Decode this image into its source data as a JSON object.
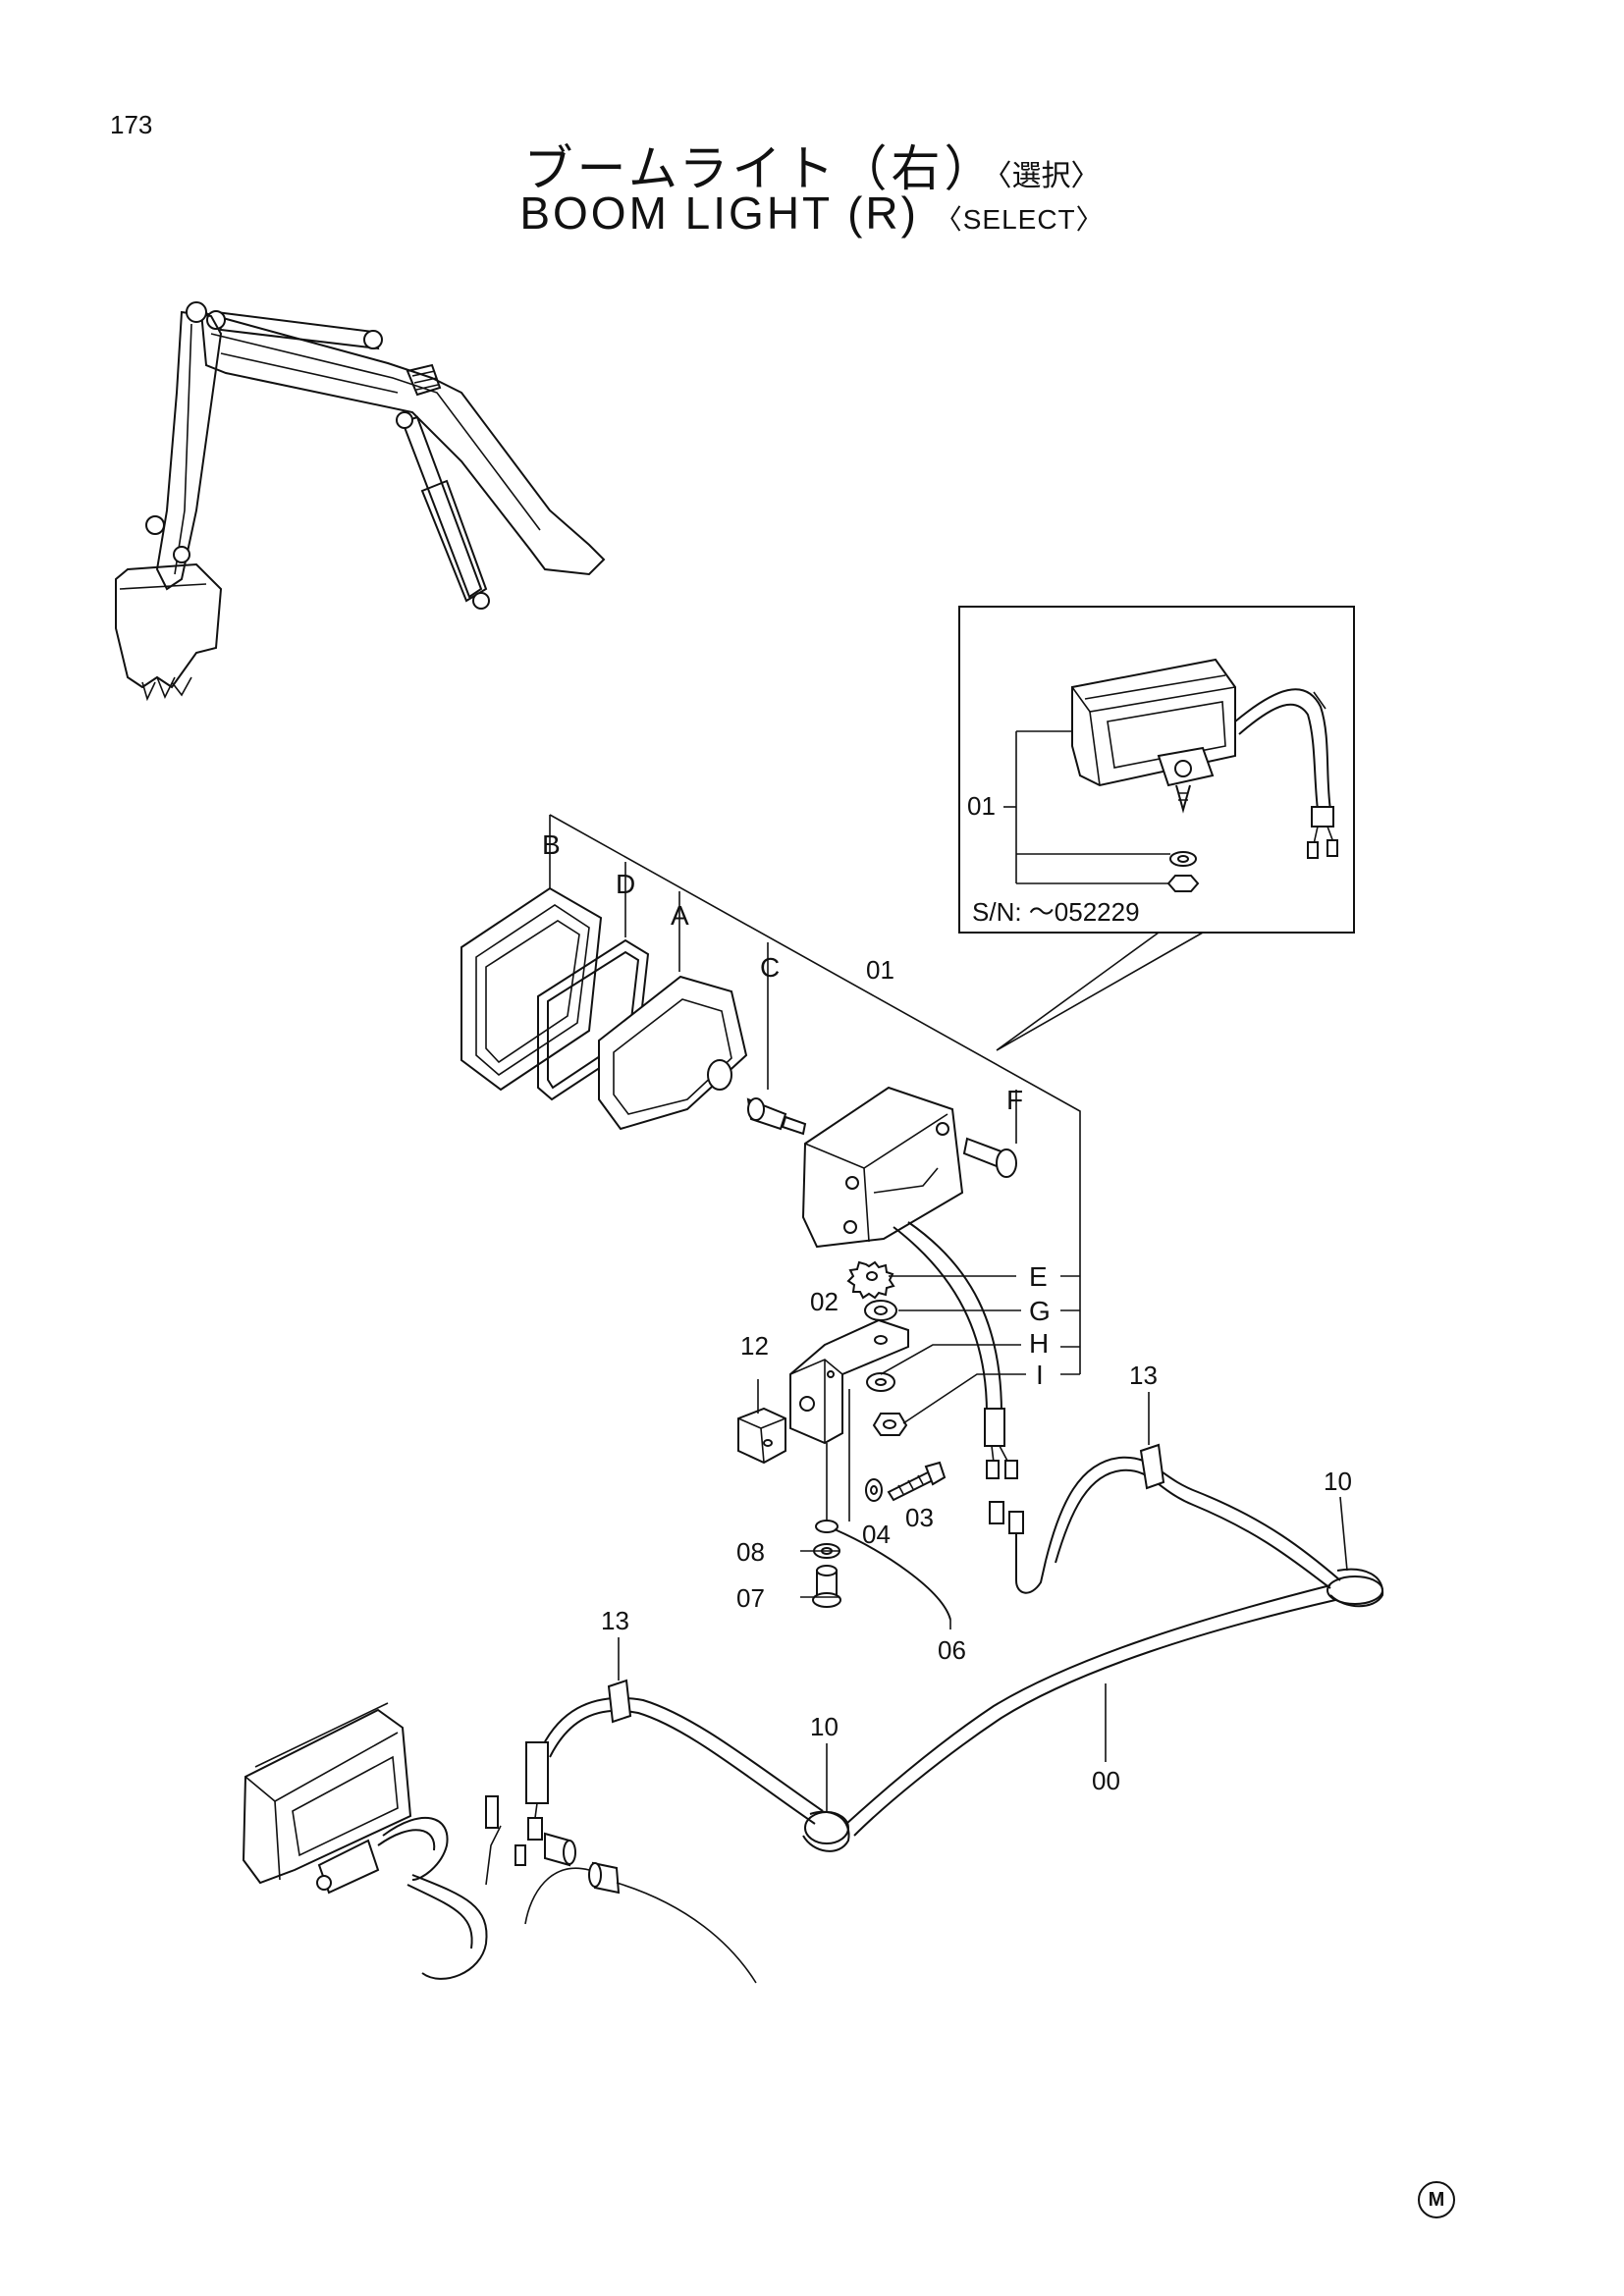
{
  "page_number": "173",
  "title_jp": {
    "main": "ブームライト（右）",
    "sub": "〈選択〉"
  },
  "title_en": {
    "main": "BOOM LIGHT (R)",
    "sub": "〈SELECT〉"
  },
  "inset": {
    "part_label": "01",
    "serial_note": "S/N: ～052229"
  },
  "callouts": {
    "B": "B",
    "D": "D",
    "A": "A",
    "C": "C",
    "F": "F",
    "E": "E",
    "G": "G",
    "H": "H",
    "I": "I",
    "p01": "01",
    "p02": "02",
    "p03": "03",
    "p04": "04",
    "p06": "06",
    "p07": "07",
    "p08": "08",
    "p00": "00",
    "p12": "12",
    "p13a": "13",
    "p13b": "13",
    "p10a": "10",
    "p10b": "10"
  },
  "corner_mark": "M"
}
